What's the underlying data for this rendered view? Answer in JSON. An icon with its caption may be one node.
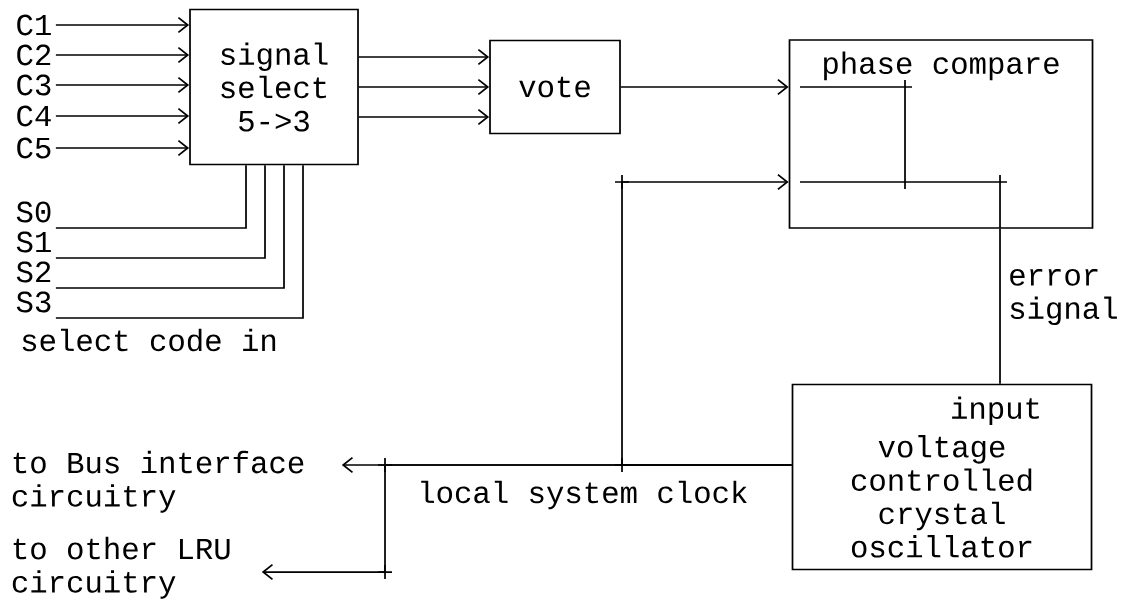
{
  "diagram": {
    "nodes": [
      {
        "text": [
          "C1"
        ]
      },
      {
        "text": [
          "C2"
        ]
      },
      {
        "text": [
          "C3"
        ]
      },
      {
        "text": [
          "C4"
        ]
      },
      {
        "text": [
          "C5"
        ]
      },
      {
        "text": [
          "signal select 5->3"
        ]
      },
      {
        "text": [
          "vote"
        ]
      },
      {
        "text": [
          "phase compare"
        ]
      },
      {
        "text": [
          "S0"
        ]
      },
      {
        "text": [
          "S1"
        ]
      },
      {
        "text": [
          "S2"
        ]
      },
      {
        "text": [
          "S3"
        ]
      },
      {
        "text": [
          "input",
          "voltage controlled crystal oscillator"
        ]
      },
      {
        "text": [
          "to Bus interface circuitry"
        ]
      },
      {
        "text": [
          "to other LRU circuitry"
        ]
      }
    ],
    "edges": [
      {
        "from": 0,
        "to": 5,
        "arrow": "to"
      },
      {
        "from": 1,
        "to": 5,
        "arrow": "to"
      },
      {
        "from": 2,
        "to": 5,
        "arrow": "to"
      },
      {
        "from": 3,
        "to": 5,
        "arrow": "to"
      },
      {
        "from": 4,
        "to": 5,
        "arrow": "to"
      },
      {
        "from": 5,
        "to": 6,
        "arrow": "to"
      },
      {
        "from": 5,
        "to": 6,
        "arrow": "to"
      },
      {
        "from": 5,
        "to": 6,
        "arrow": "to"
      },
      {
        "from": 6,
        "to": 7,
        "arrow": "to"
      },
      {
        "from": 8,
        "to": 5,
        "arrow": "none"
      },
      {
        "from": 9,
        "to": 5,
        "arrow": "none"
      },
      {
        "from": 10,
        "to": 5,
        "arrow": "none"
      },
      {
        "from": 11,
        "to": 5,
        "arrow": "none"
      },
      {
        "from": 7,
        "to": 12,
        "arrow": "none",
        "label": "error signal"
      },
      {
        "from": 12,
        "to": 7,
        "arrow": "to"
      },
      {
        "from": 12,
        "to": 13,
        "arrow": "to",
        "label": "local system clock"
      },
      {
        "from": 12,
        "to": 14,
        "arrow": "to"
      }
    ],
    "labels": [
      "select code in"
    ]
  }
}
